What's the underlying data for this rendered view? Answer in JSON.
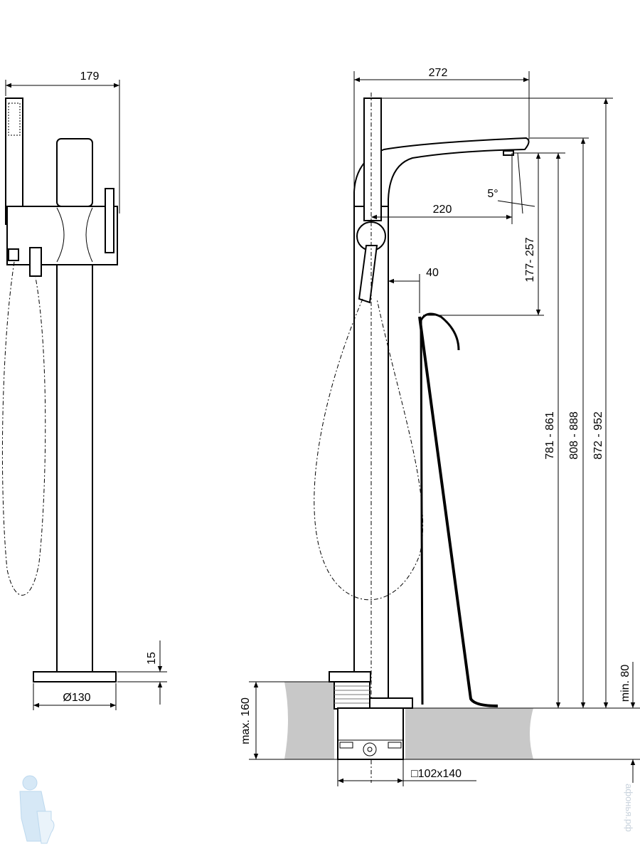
{
  "drawing": {
    "left_view": {
      "width_label": "179",
      "base_thickness_label": "15",
      "base_diameter_label": "Ø130"
    },
    "right_view": {
      "depth_label": "272",
      "spout_reach_label": "220",
      "angle_label": "5°",
      "spout_to_rim_label": "177- 257",
      "rim_offset_label": "40",
      "height_rim_label": "781 - 861",
      "height_outlet_label": "808 - 888",
      "height_total_label": "872 - 952",
      "floor_min_label": "min. 80",
      "floor_max_label": "max. 160",
      "box_label": "□102x140"
    },
    "watermark": "афонья.рф"
  },
  "colors": {
    "line": "#000000",
    "floor": "#c8c8c8",
    "logo": "#bcd8ee"
  }
}
